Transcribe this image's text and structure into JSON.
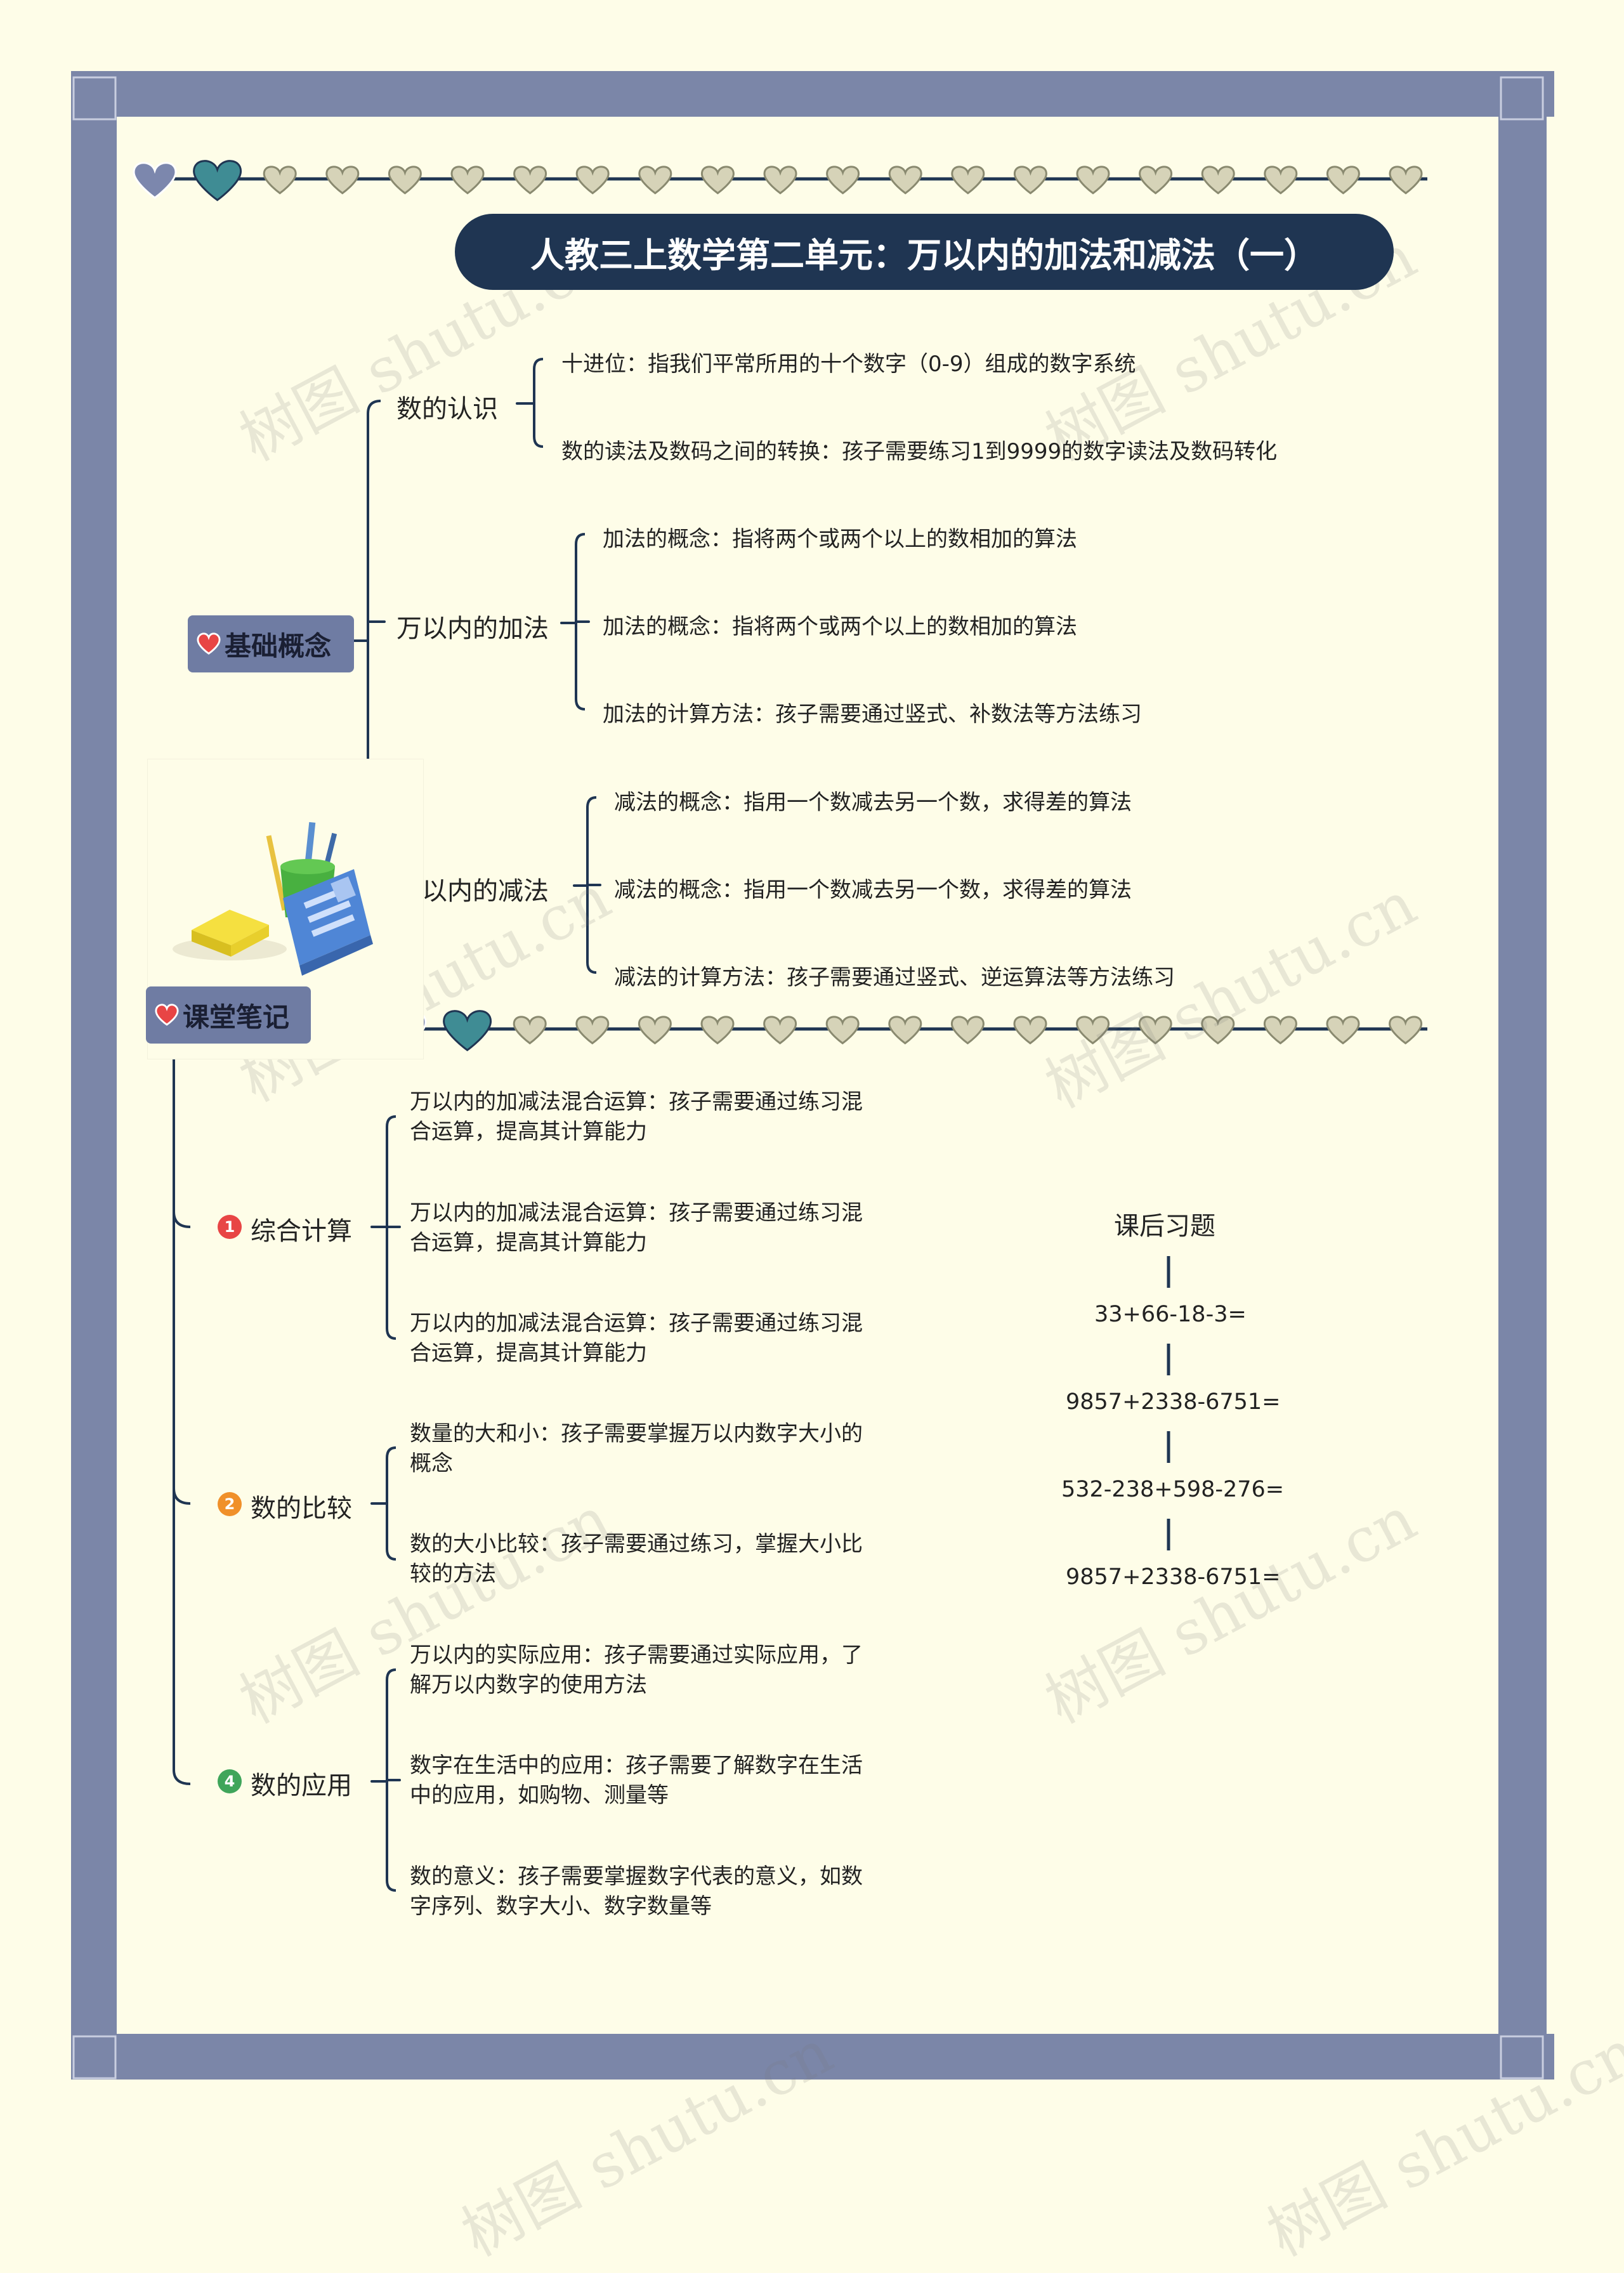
{
  "title": "人教三上数学第二单元：万以内的加法和减法（一）",
  "colors": {
    "frame": "#7b86a8",
    "background": "#fefde8",
    "title_bg": "#1f3552",
    "line": "#1f3552",
    "heart_grey": "#d6d3b8",
    "heart_teal": "#3f8c94",
    "heart_blue": "#7c87ad",
    "badge_bg": "#6f7ca3",
    "badge_red": "#e84545",
    "badge_orange": "#f0902a",
    "badge_green": "#3fa55a"
  },
  "decorations": [
    "heart-chain",
    "pencil-cup-illustration",
    "watermark"
  ],
  "watermark": "树图 shutu.cn",
  "basics": {
    "label": "基础概念",
    "icon": "heart-icon",
    "branches": [
      {
        "label": "数的认识",
        "items": [
          "十进位：指我们平常所用的十个数字（0-9）组成的数字系统",
          "数的读法及数码之间的转换：孩子需要练习1到9999的数字读法及数码转化"
        ]
      },
      {
        "label": "万以内的加法",
        "items": [
          "加法的概念：指将两个或两个以上的数相加的算法",
          "加法的概念：指将两个或两个以上的数相加的算法",
          "加法的计算方法：孩子需要通过竖式、补数法等方法练习"
        ]
      },
      {
        "label": "万以内的减法",
        "items": [
          "减法的概念：指用一个数减去另一个数，求得差的算法",
          "减法的概念：指用一个数减去另一个数，求得差的算法",
          "减法的计算方法：孩子需要通过竖式、逆运算法等方法练习"
        ]
      }
    ]
  },
  "notes": {
    "label": "课堂笔记",
    "icon": "heart-icon",
    "branches": [
      {
        "num": "1",
        "label": "综合计算",
        "items": [
          "万以内的加减法混合运算：孩子需要通过练习混合运算，提高其计算能力",
          "万以内的加减法混合运算：孩子需要通过练习混合运算，提高其计算能力",
          "万以内的加减法混合运算：孩子需要通过练习混合运算，提高其计算能力"
        ]
      },
      {
        "num": "2",
        "label": "数的比较",
        "items": [
          "数量的大和小：孩子需要掌握万以内数字大小的概念",
          "数的大小比较：孩子需要通过练习，掌握大小比较的方法"
        ]
      },
      {
        "num": "4",
        "label": "数的应用",
        "items": [
          "万以内的实际应用：孩子需要通过实际应用，了解万以内数字的使用方法",
          "数字在生活中的应用：孩子需要了解数字在生活中的应用，如购物、测量等",
          "数的意义：孩子需要掌握数字代表的意义，如数字序列、数字大小、数字数量等"
        ]
      }
    ]
  },
  "exercises": {
    "title": "课后习题",
    "items": [
      "33+66-18-3=",
      "9857+2338-6751=",
      "532-238+598-276=",
      "9857+2338-6751="
    ]
  }
}
